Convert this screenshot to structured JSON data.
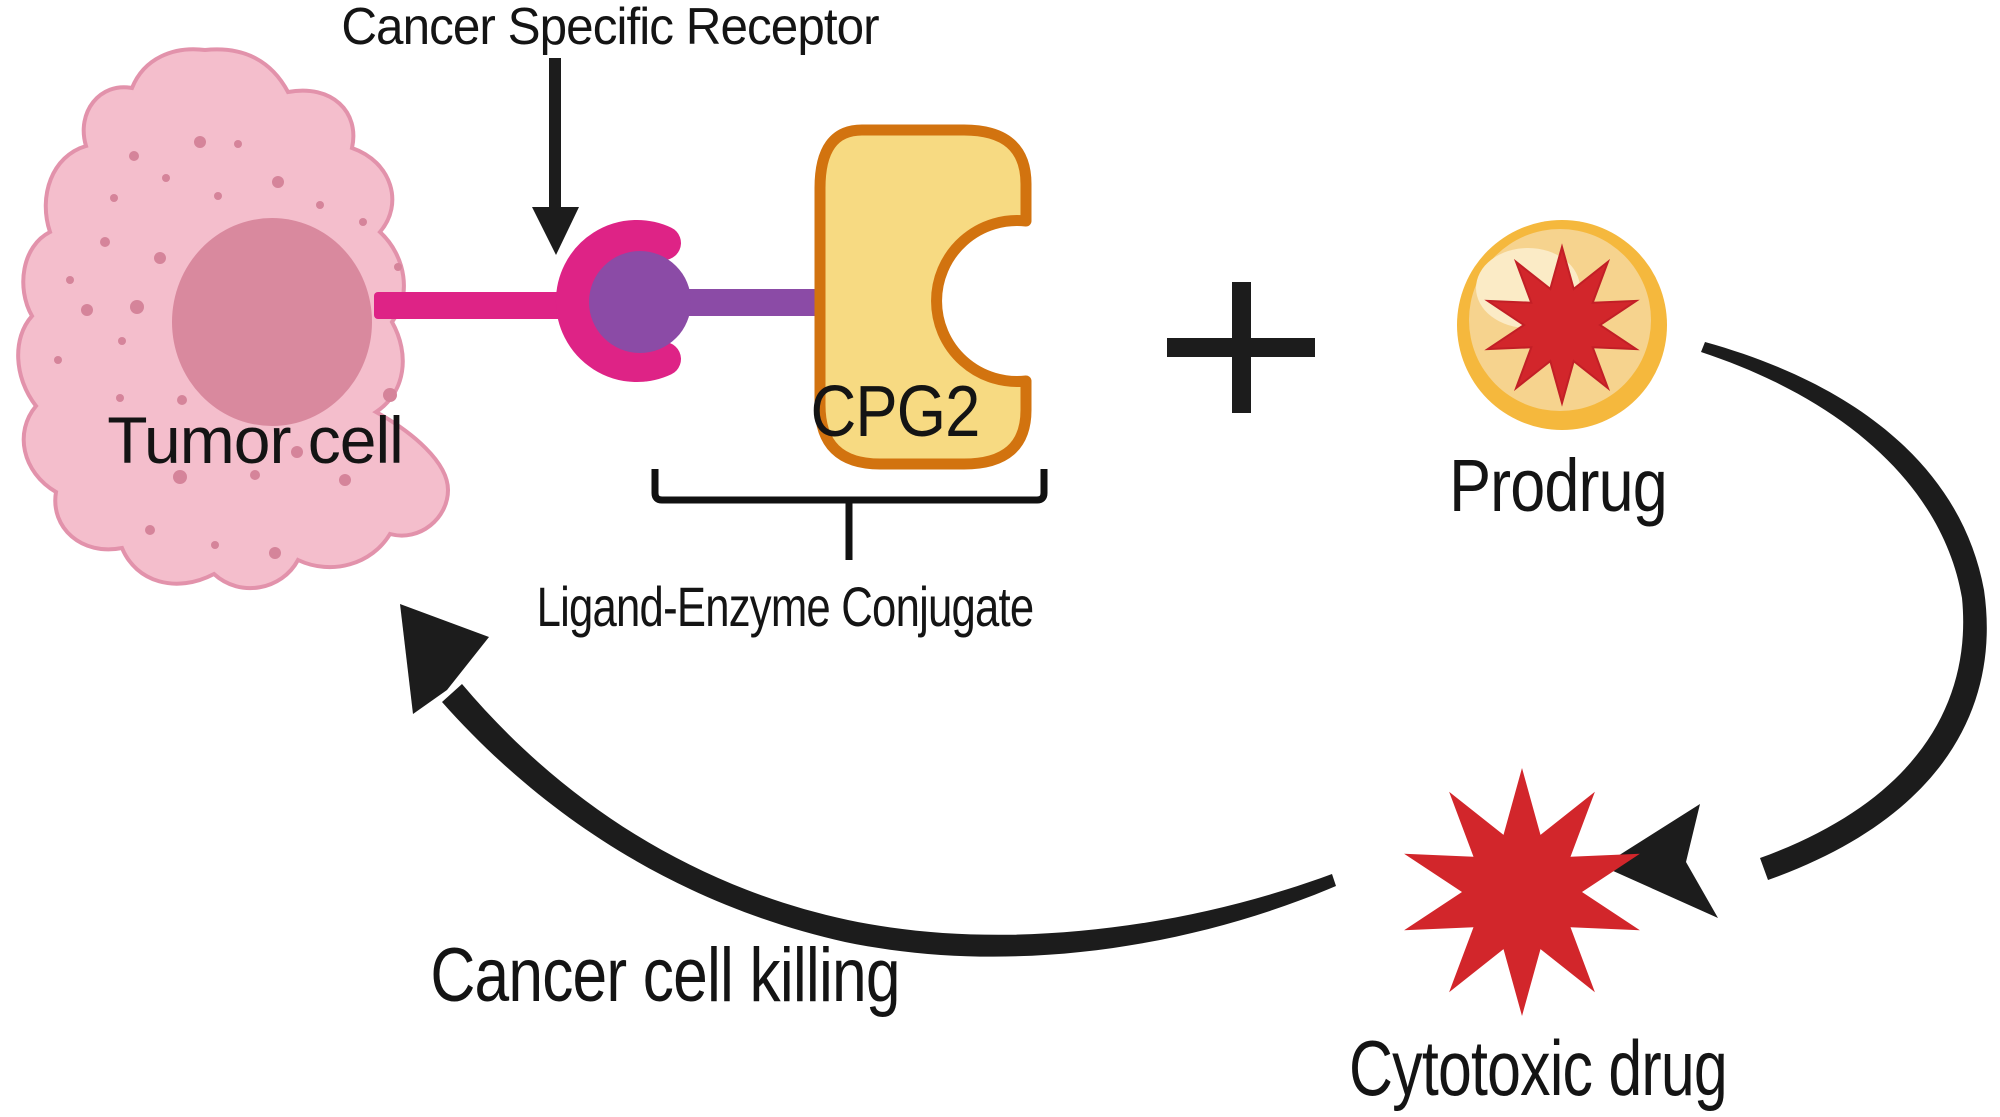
{
  "diagram": {
    "labels": {
      "cancer_specific_receptor": "Cancer Specific Receptor",
      "tumor_cell": "Tumor cell",
      "cpg2": "CPG2",
      "ligand_enzyme_conjugate": "Ligand-Enzyme Conjugate",
      "plus": "+",
      "prodrug": "Prodrug",
      "cytotoxic_drug": "Cytotoxic drug",
      "cancer_cell_killing": "Cancer cell killing"
    },
    "colors": {
      "tumor_cell_fill": "#F4BECC",
      "tumor_cell_border": "#E292AB",
      "nucleus": "#D9899E",
      "cell_dot": "#D5849A",
      "receptor_magenta": "#DE2386",
      "ligand_purple": "#8B4BA6",
      "enzyme_fill": "#F7DA82",
      "enzyme_border": "#D2730F",
      "prodrug_ring": "#F5B83D",
      "prodrug_inner": "#F6D38E",
      "prodrug_highlight": "#FBEBC6",
      "drug_red": "#D2262B",
      "drug_red_border": "#C21F26",
      "arrow_black": "#1C1C1C"
    },
    "icons": {
      "receptor": "magenta-crescent-c-shape",
      "ligand": "purple-filled-circle",
      "enzyme": "yellow-notched-block",
      "prodrug": "red-star-in-yellow-circle",
      "cytotoxic_drug": "red-ten-point-star",
      "plus": "plus-sign",
      "pointer_arrow": "straight-down-arrow",
      "conversion_arrow": "curved-arrow-clockwise",
      "killing_arrow": "curved-swoosh-arrow-up-left"
    }
  }
}
